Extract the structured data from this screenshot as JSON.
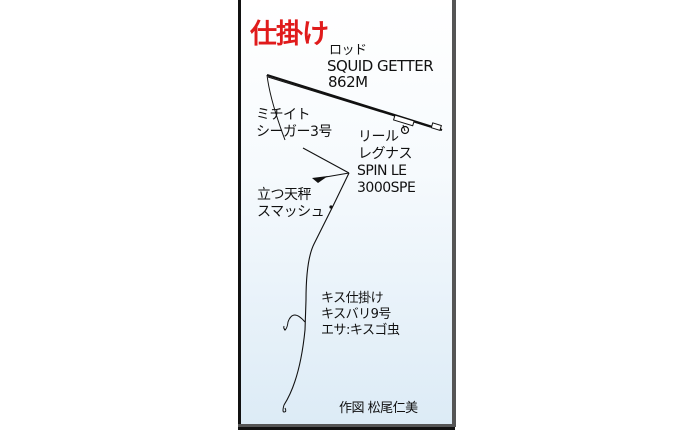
{
  "title": "仕掛け",
  "colors": {
    "title": "#e01b1b",
    "line": "#111111",
    "bg_top": "#ffffff",
    "bg_bottom": "#dcebf6"
  },
  "labels": {
    "rod": [
      "ロッド",
      "SQUID GETTER",
      "862M"
    ],
    "line": [
      "ミチイト",
      "シーガー3号"
    ],
    "reel": [
      "リール",
      "レグナス",
      "SPIN LE",
      "3000SPE"
    ],
    "sinker": [
      "立つ天秤",
      "スマッシュ"
    ],
    "rig": [
      "キス仕掛け",
      "キスバリ9号",
      "エサ:キスゴ虫"
    ]
  },
  "credit": "作図 松尾仁美"
}
